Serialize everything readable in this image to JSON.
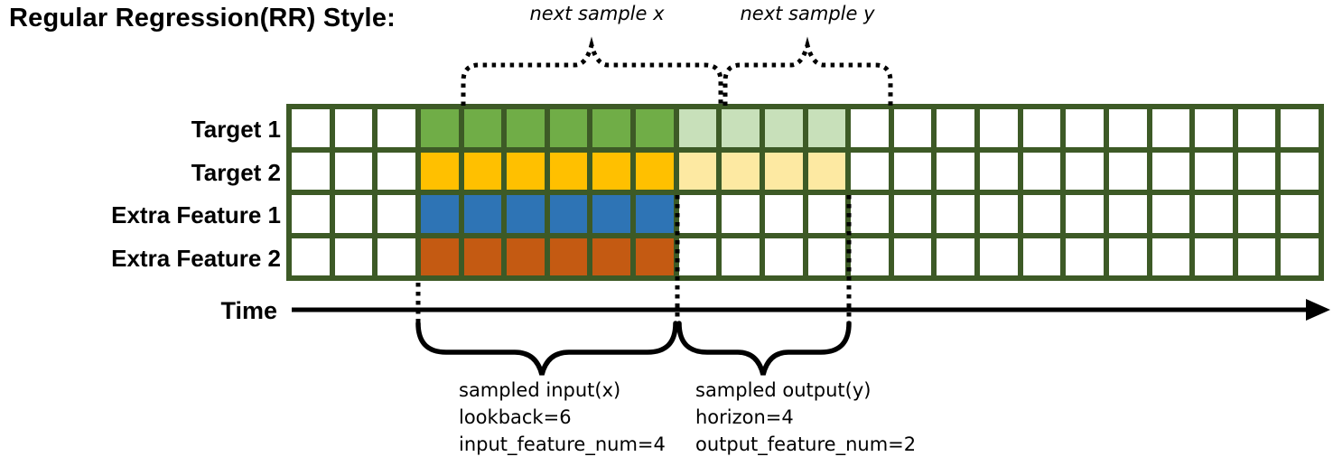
{
  "title": "Regular Regression(RR) Style:",
  "top_annotations": {
    "next_sample_x": "next sample x",
    "next_sample_y": "next sample y"
  },
  "time_axis": {
    "label": "Time"
  },
  "grid": {
    "total_cols": 24,
    "lead_empty_cols": 3,
    "lookback": 6,
    "horizon": 4,
    "border_color": "#3D5A26",
    "rows": [
      {
        "label": "Target 1",
        "type": "target",
        "input_color": "#70AD47",
        "output_color": "#C8E0BA"
      },
      {
        "label": "Target 2",
        "type": "target",
        "input_color": "#FFC000",
        "output_color": "#FDE9A2"
      },
      {
        "label": "Extra Feature 1",
        "type": "extra",
        "input_color": "#2E74B5",
        "output_color": null
      },
      {
        "label": "Extra Feature 2",
        "type": "extra",
        "input_color": "#C45A12",
        "output_color": null
      }
    ]
  },
  "bottom_annotations": {
    "input": {
      "lines": [
        "sampled input(x)",
        "lookback=6",
        "input_feature_num=4"
      ]
    },
    "output": {
      "lines": [
        "sampled output(y)",
        "horizon=4",
        "output_feature_num=2"
      ]
    }
  }
}
